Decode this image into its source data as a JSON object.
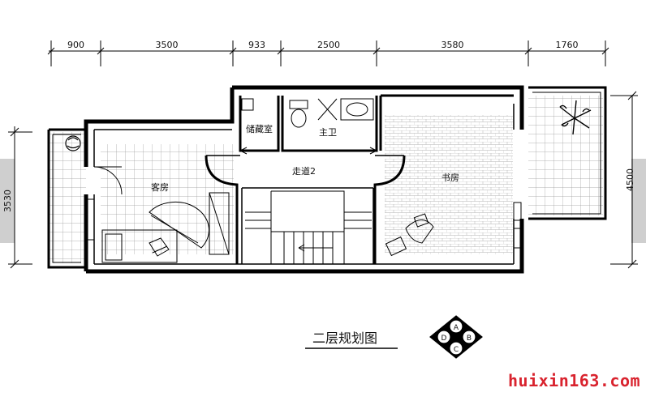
{
  "dimensions": {
    "top": [
      "900",
      "3500",
      "933",
      "2500",
      "3580",
      "1760"
    ],
    "left": "3530",
    "right": "4500"
  },
  "rooms": {
    "guest_room": "客房",
    "storage": "储藏室",
    "master_bath": "主卫",
    "corridor": "走道2",
    "study": "书房"
  },
  "title": "二层规划图",
  "compass": [
    "A",
    "B",
    "C",
    "D"
  ],
  "watermark": "huixin163.com",
  "colors": {
    "line": "#000000",
    "watermark": "#d9232e",
    "side_tab": "#cfcfcf"
  }
}
